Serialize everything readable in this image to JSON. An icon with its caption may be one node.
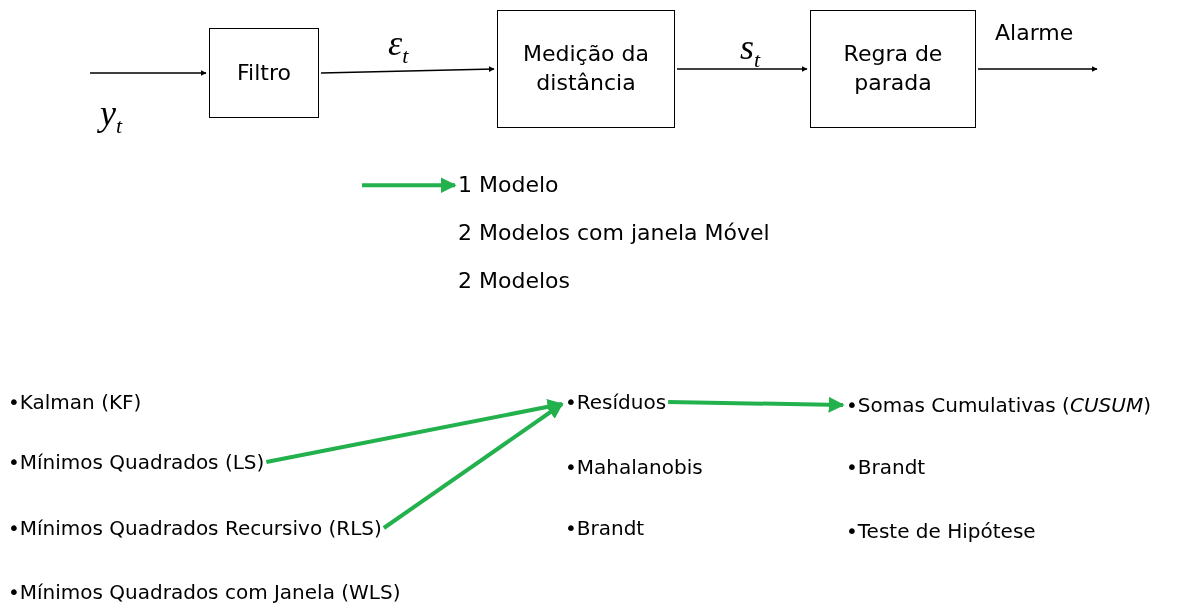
{
  "diagram": {
    "nodes": [
      {
        "text": [
          "Filtro"
        ]
      },
      {
        "text": [
          "Medição da distância"
        ]
      },
      {
        "text": [
          "Regra de parada"
        ]
      },
      {
        "text": [
          "1 Modelo"
        ]
      },
      {
        "text": [
          "•Mínimos Quadrados (LS)"
        ]
      },
      {
        "text": [
          "•Mínimos Quadrados Recursivo (RLS)"
        ]
      },
      {
        "text": [
          "•Resíduos"
        ]
      },
      {
        "text": [
          "•Somas Cumulativas (*CUSUM*)"
        ]
      }
    ],
    "edges": [
      {
        "from": null,
        "to": 0,
        "arrow": "to",
        "label": "y$_{t}$"
      },
      {
        "from": 0,
        "to": 1,
        "arrow": "to",
        "label": "ε$_{t}$"
      },
      {
        "from": 1,
        "to": 2,
        "arrow": "to",
        "label": "s$_{t}$"
      },
      {
        "from": 2,
        "to": null,
        "arrow": "to",
        "label": "Alarme"
      },
      {
        "from": null,
        "to": 3,
        "arrow": "to",
        "style": "thick",
        "color": "#22b14c"
      },
      {
        "from": 4,
        "to": 6,
        "arrow": "to",
        "style": "thick",
        "color": "#22b14c"
      },
      {
        "from": 5,
        "to": 6,
        "arrow": "to",
        "style": "thick",
        "color": "#22b14c"
      },
      {
        "from": 6,
        "to": 7,
        "arrow": "to",
        "style": "thick",
        "color": "#22b14c"
      }
    ],
    "labels": [
      "2 Modelos com janela Móvel",
      "2 Modelos",
      "•Kalman (KF)",
      "•Mínimos Quadrados com Janela (WLS)",
      "•Mahalanobis",
      "•Brandt",
      "•Brandt",
      "•Teste de Hipótese"
    ]
  }
}
